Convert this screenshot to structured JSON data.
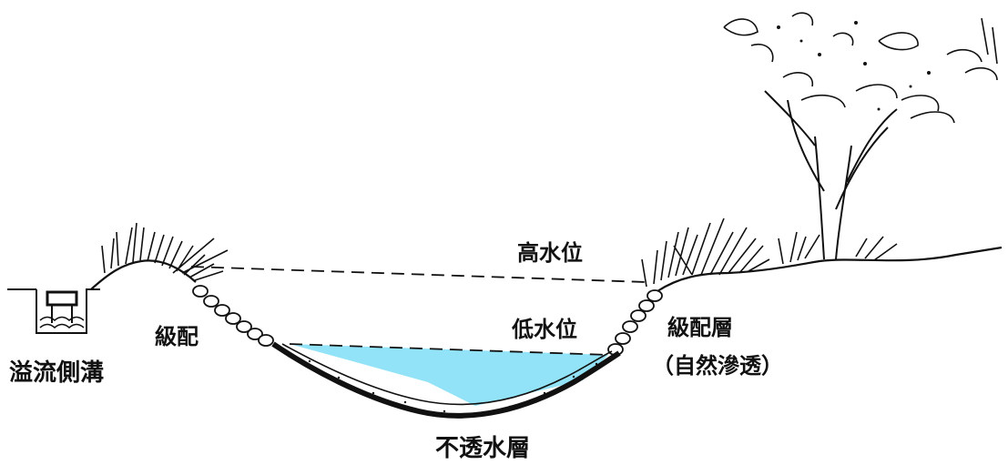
{
  "labels": {
    "high_water": "高水位",
    "low_water": "低水位",
    "grading_left": "級配",
    "grading_right": "級配層",
    "natural_infiltration": "（自然滲透）",
    "impermeable_layer": "不透水層",
    "overflow_ditch": "溢流側溝"
  },
  "colors": {
    "ink": "#111111",
    "water": "#92e3f7"
  }
}
